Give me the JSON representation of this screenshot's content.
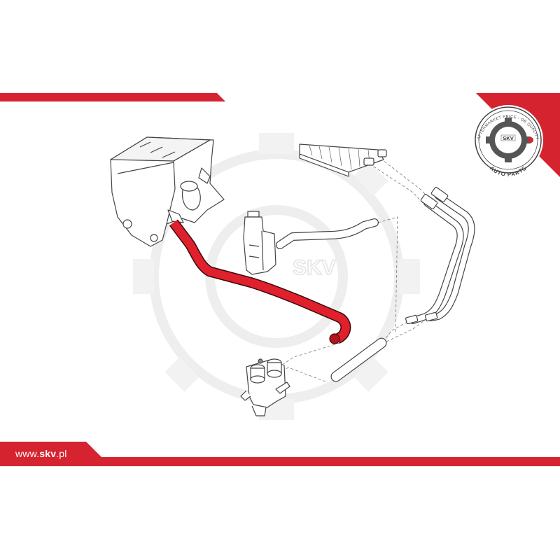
{
  "footer": {
    "url_prefix": "www.",
    "url_brand": "skv",
    "url_suffix": ".pl"
  },
  "seal": {
    "top_text": "AFTERMARKET PRICE - OE QUALITY",
    "bottom_text": "AUTO PARTS",
    "badge_text": "SKV"
  },
  "watermark": {
    "text": "SKV"
  },
  "colors": {
    "brand_red": "#d5232f",
    "highlight_part": "#e0202c",
    "line_art": "#444444",
    "watermark": "#eeeeee"
  },
  "icons": {
    "seal": "gear-seal-icon",
    "watermark": "gear-watermark-icon"
  }
}
